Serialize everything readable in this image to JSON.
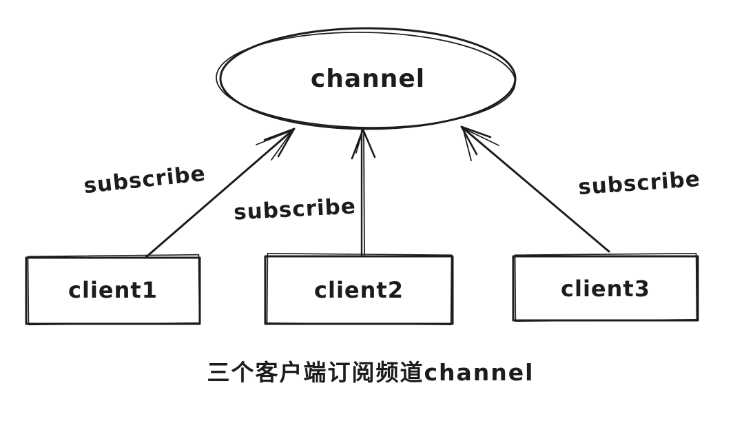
{
  "diagram": {
    "title_node": {
      "label": "channel"
    },
    "clients": [
      {
        "label": "client1"
      },
      {
        "label": "client2"
      },
      {
        "label": "client3"
      }
    ],
    "edges": [
      {
        "label": "subscribe",
        "from": "client1",
        "to": "channel"
      },
      {
        "label": "subscribe",
        "from": "client2",
        "to": "channel"
      },
      {
        "label": "subscribe",
        "from": "client3",
        "to": "channel"
      }
    ],
    "caption": "三个客户端订阅频道channel"
  },
  "colors": {
    "stroke": "#1c1c1c",
    "background": "#ffffff"
  }
}
